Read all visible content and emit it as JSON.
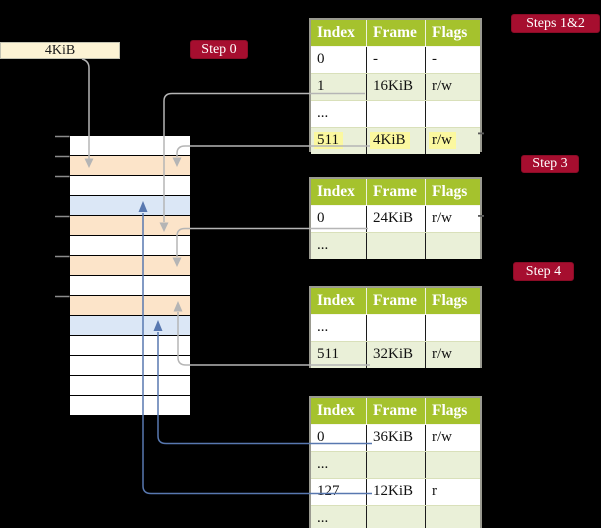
{
  "size_box": {
    "label": "4KiB"
  },
  "badges": {
    "step0": {
      "label": "Step 0"
    },
    "steps12": {
      "label": "Steps 1&2"
    },
    "step3": {
      "label": "Step 3"
    },
    "step4": {
      "label": "Step 4"
    }
  },
  "memory_column": {
    "rows": [
      {
        "shade": "white"
      },
      {
        "shade": "orange"
      },
      {
        "shade": "white"
      },
      {
        "shade": "blue"
      },
      {
        "shade": "orange"
      },
      {
        "shade": "white"
      },
      {
        "shade": "orange"
      },
      {
        "shade": "white"
      },
      {
        "shade": "orange"
      },
      {
        "shade": "blue"
      },
      {
        "shade": "white"
      },
      {
        "shade": "white"
      },
      {
        "shade": "white"
      },
      {
        "shade": "white"
      }
    ]
  },
  "tables": {
    "t1": {
      "headers": [
        "Index",
        "Frame",
        "Flags"
      ],
      "rows": [
        [
          "0",
          "-",
          "-"
        ],
        [
          "1",
          "16KiB",
          "r/w"
        ],
        [
          "...",
          "",
          ""
        ],
        [
          "511",
          "4KiB",
          "r/w"
        ]
      ]
    },
    "t2": {
      "headers": [
        "Index",
        "Frame",
        "Flags"
      ],
      "rows": [
        [
          "0",
          "24KiB",
          "r/w"
        ],
        [
          "...",
          "",
          ""
        ]
      ]
    },
    "t3": {
      "headers": [
        "Index",
        "Frame",
        "Flags"
      ],
      "rows": [
        [
          "...",
          "",
          ""
        ],
        [
          "511",
          "32KiB",
          "r/w"
        ]
      ]
    },
    "t4": {
      "headers": [
        "Index",
        "Frame",
        "Flags"
      ],
      "rows": [
        [
          "0",
          "36KiB",
          "r/w"
        ],
        [
          "...",
          "",
          ""
        ],
        [
          "127",
          "12KiB",
          "r"
        ],
        [
          "...",
          "",
          ""
        ]
      ]
    }
  },
  "colors": {
    "badge_red": "#a60e2f",
    "table_header_green": "#a5c22d",
    "table_row_green": "#eaf0d8",
    "memory_orange": "#fce4c9",
    "memory_blue": "#dbe7f6",
    "highlight_yellow": "#fbf89f",
    "size_box_cream": "#fcf3d4",
    "arrow_gray": "#b5b5b5",
    "arrow_blue": "#5878b0"
  }
}
